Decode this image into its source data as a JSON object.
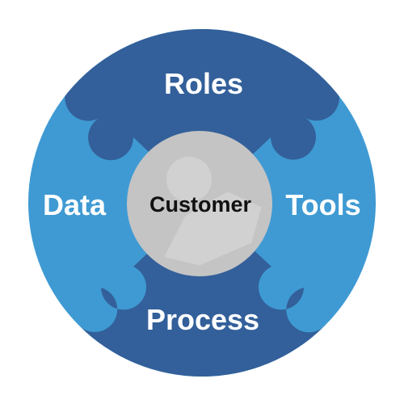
{
  "diagram": {
    "segments": {
      "top": {
        "label": "Roles",
        "color": "#33609a"
      },
      "bottom": {
        "label": "Process",
        "color": "#33609a"
      },
      "left": {
        "label": "Data",
        "color": "#3f9ad3"
      },
      "right": {
        "label": "Tools",
        "color": "#3f9ad3"
      }
    },
    "center": {
      "label": "Customer",
      "color": "#c4c4c4",
      "icon": "person-silhouette-icon"
    }
  }
}
